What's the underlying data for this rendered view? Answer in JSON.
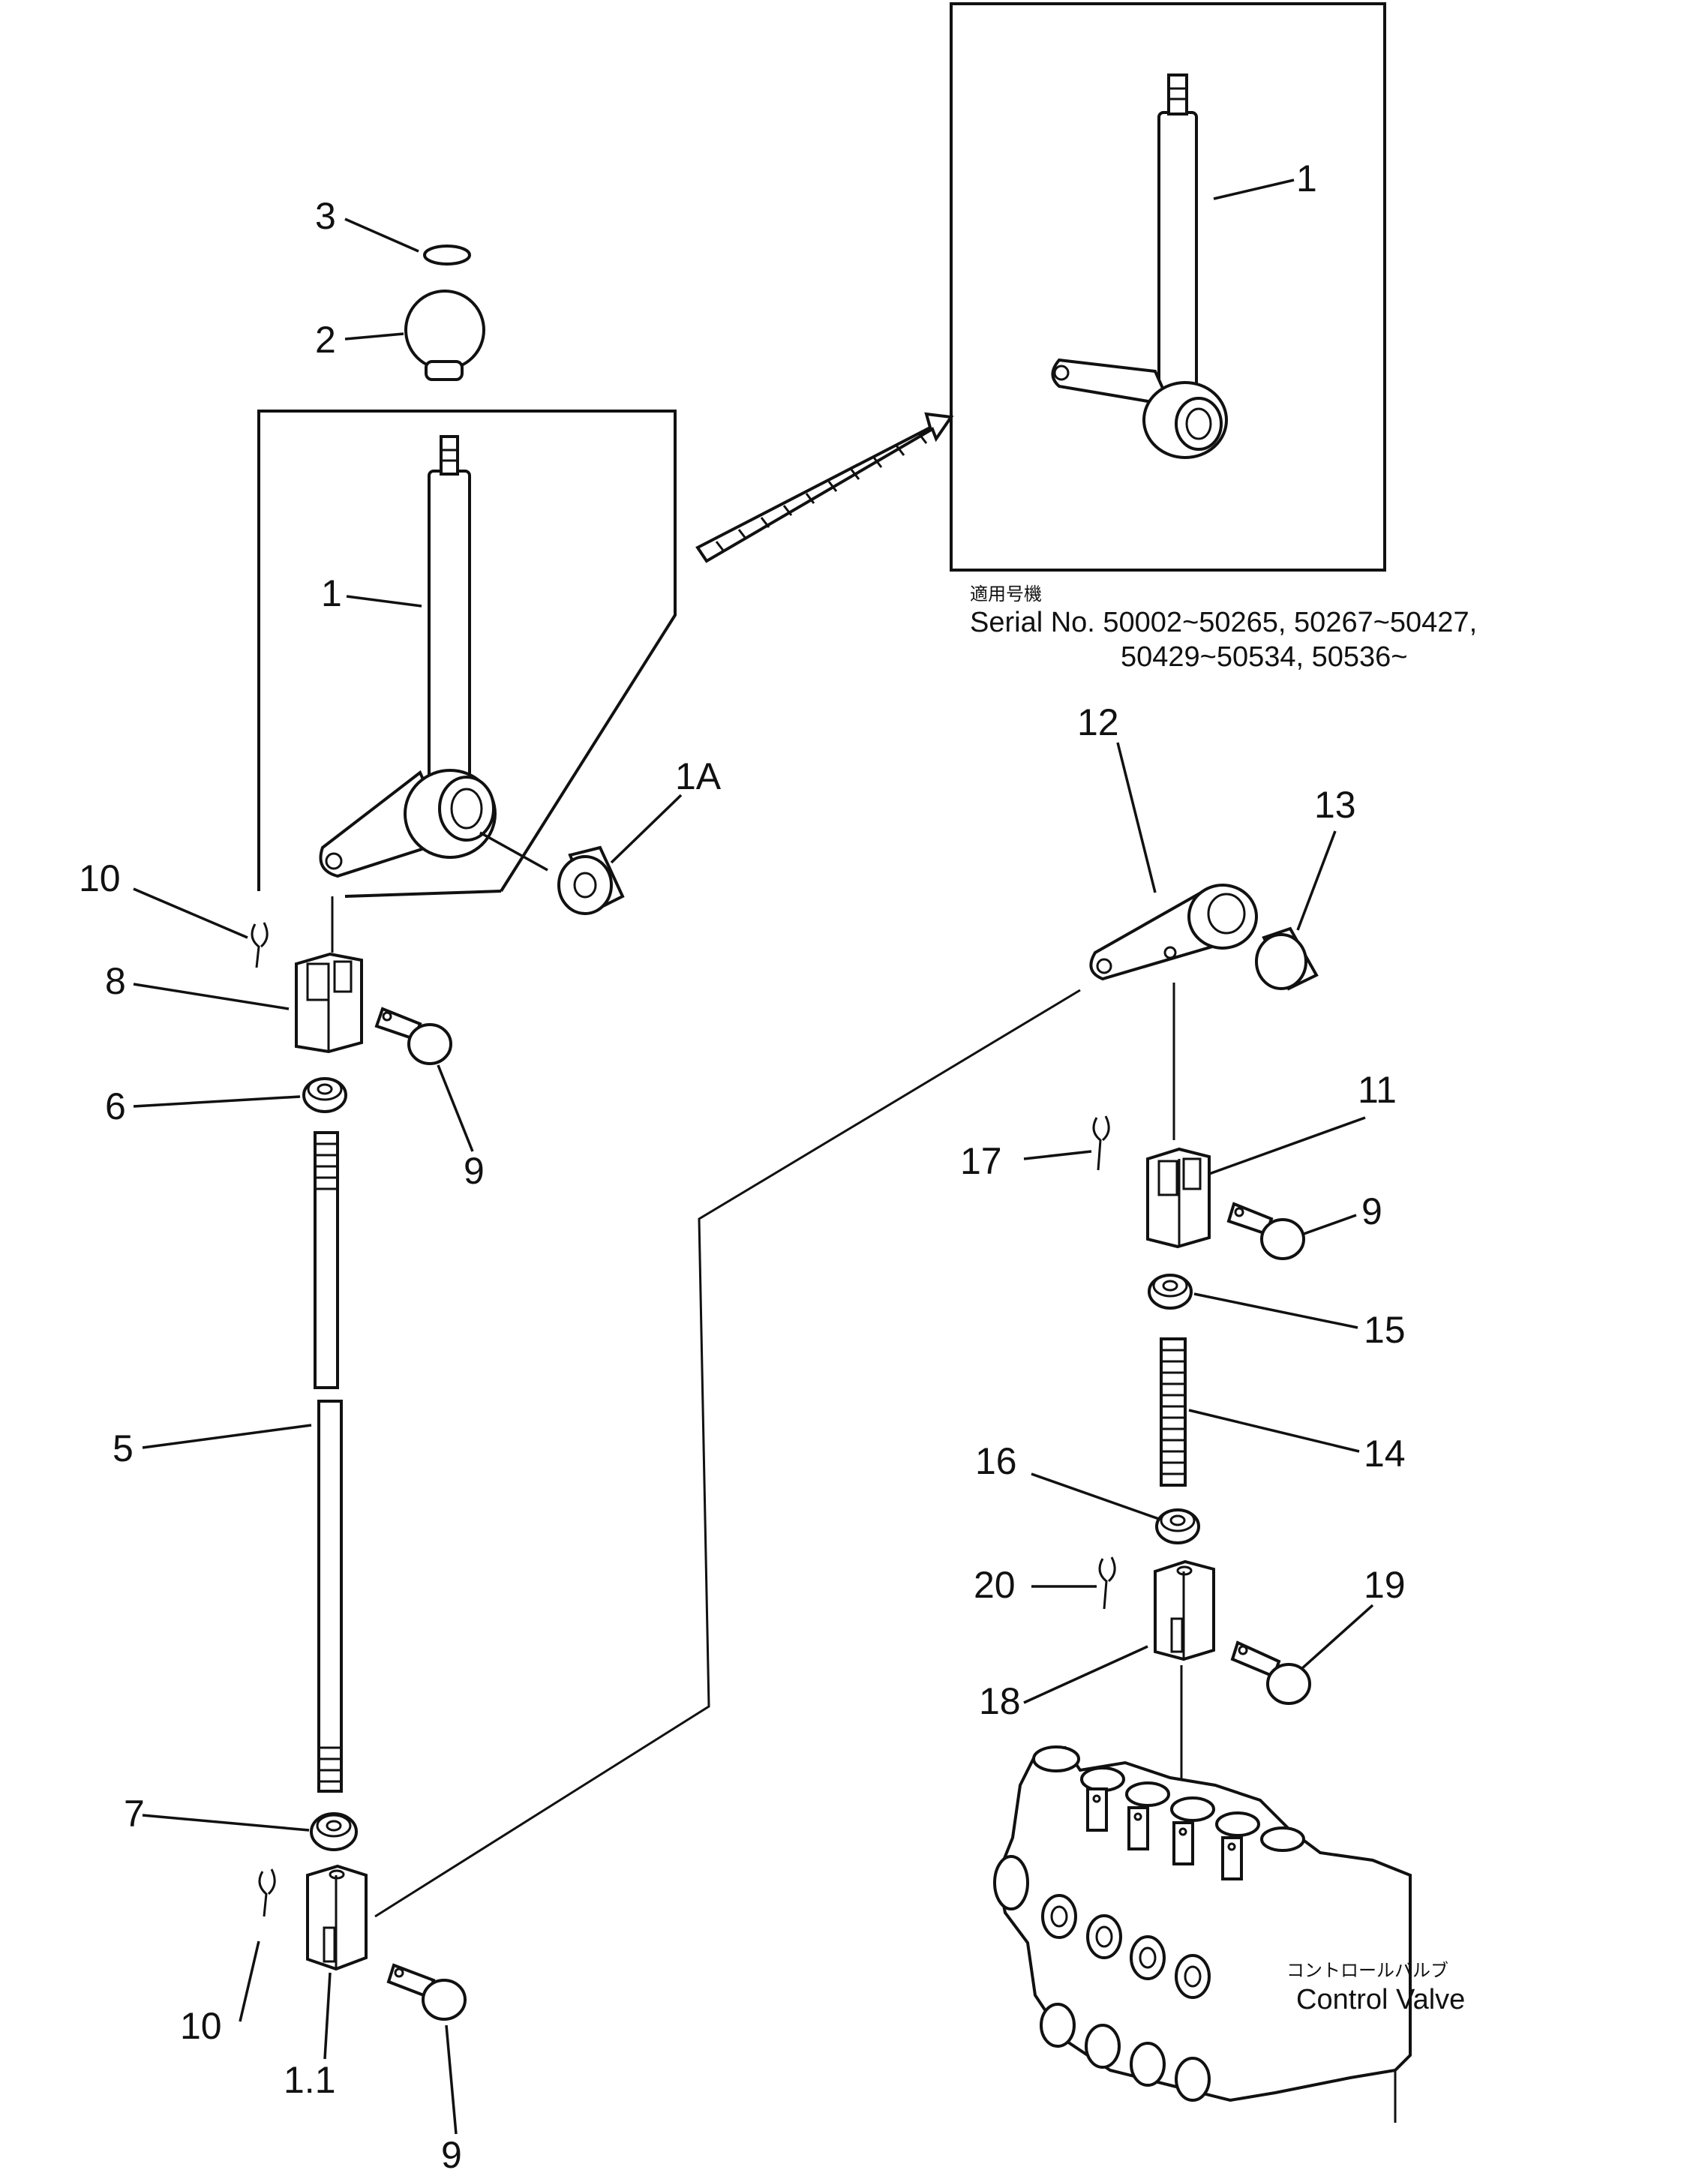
{
  "callouts": {
    "c1_main": "1",
    "c1_inset": "1",
    "c1a": "1A",
    "c2": "2",
    "c3": "3",
    "c5": "5",
    "c6": "6",
    "c7": "7",
    "c8": "8",
    "c9_top": "9",
    "c9_right": "9",
    "c9_bottom": "9",
    "c10_top": "10",
    "c10_bottom": "10",
    "c11_left": "1.1",
    "c11_right": "11",
    "c12": "12",
    "c13": "13",
    "c14": "14",
    "c15": "15",
    "c16": "16",
    "c17": "17",
    "c18": "18",
    "c19": "19",
    "c20": "20"
  },
  "inset_note": {
    "jp_label": "適用号機",
    "line1": "Serial No. 50002~50265, 50267~50427,",
    "line2": "50429~50534, 50536~"
  },
  "control_valve": {
    "jp_label": "コントロールバルブ",
    "en_label": "Control Valve"
  }
}
